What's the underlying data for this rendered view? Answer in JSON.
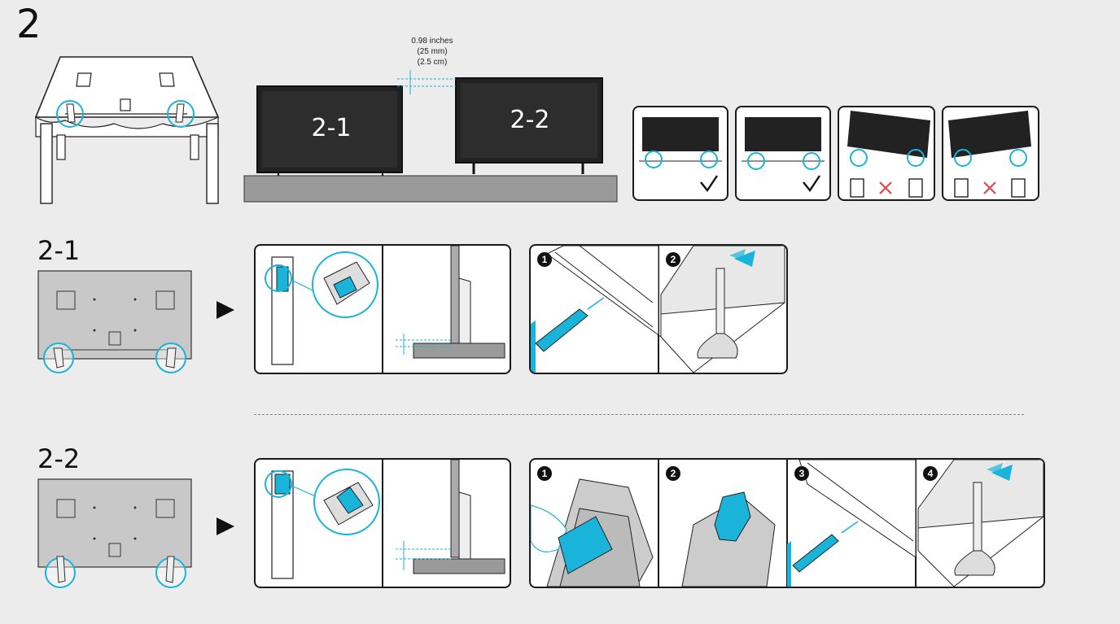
{
  "step_number": "2",
  "dimension": {
    "line1": "0.98 inches",
    "line2": "(25 mm)",
    "line3": "(2.5 cm)"
  },
  "tv_labels": {
    "option_a": "2-1",
    "option_b": "2-2"
  },
  "sections": {
    "a_heading": "2-1",
    "b_heading": "2-2"
  },
  "step_badges": {
    "a": [
      "1",
      "2"
    ],
    "b": [
      "1",
      "2",
      "3",
      "4"
    ]
  },
  "colors": {
    "accent_cyan": "#1ab3d9",
    "check": "#111111",
    "cross": "#e04850",
    "tv_screen": "#2a2a2a",
    "stand_gray": "#8a8a8a"
  },
  "icons": [
    "check-icon",
    "cross-icon",
    "arrow-right-icon"
  ]
}
